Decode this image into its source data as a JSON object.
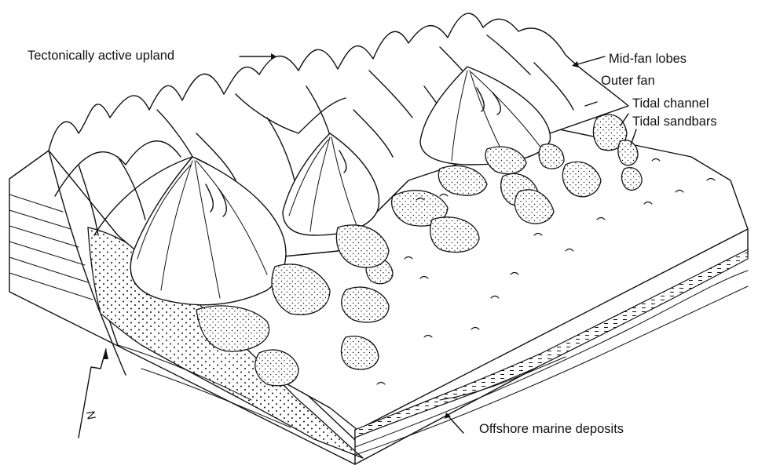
{
  "diagram": {
    "labels": {
      "tectonically_active_upland": "Tectonically active upland",
      "mid_fan_lobes": "Mid-fan lobes",
      "outer_fan": "Outer fan",
      "tidal_channel": "Tidal channel",
      "tidal_sandbars": "Tidal sandbars",
      "offshore_marine_deposits": "Offshore marine deposits"
    },
    "north_arrow": {
      "label": "N",
      "icon": "north-arrow-icon"
    }
  }
}
